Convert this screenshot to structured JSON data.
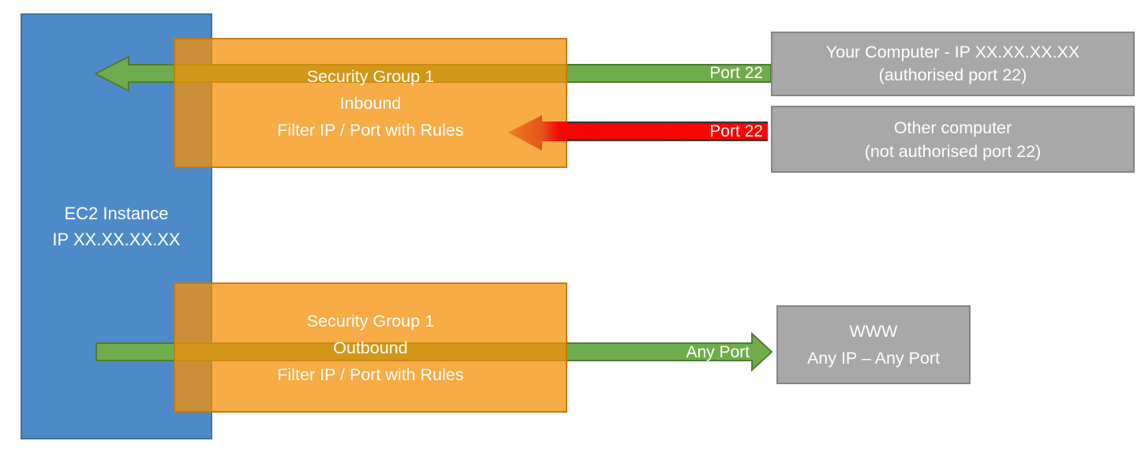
{
  "colors": {
    "blue-fill": "#4E8AC8",
    "blue-border": "#41719C",
    "orange-fill-rgba": "rgba(244,144,8,0.75)",
    "orange-border": "rgba(193,120,17,0.9)",
    "green-fill": "#6FAC4D",
    "green-border": "#507C2E",
    "red-fill": "#FE0202",
    "red-bar-border": "#3A3A3A",
    "arrow-head-orange": "#E8821E",
    "gray-fill": "#A8A8A8",
    "gray-border": "#858585"
  },
  "boxes": {
    "ec2": {
      "line1": "EC2 Instance",
      "line2": "IP XX.XX.XX.XX"
    },
    "sg_inbound": {
      "line1": "Security Group 1",
      "line2": "Inbound",
      "line3": "Filter IP / Port with Rules"
    },
    "sg_outbound": {
      "line1": "Security Group 1",
      "line2": "Outbound",
      "line3": "Filter IP / Port with Rules"
    },
    "your_computer": {
      "line1": "Your Computer - IP XX.XX.XX.XX",
      "line2": "(authorised port 22)"
    },
    "other_computer": {
      "line1": "Other computer",
      "line2": "(not authorised port 22)"
    },
    "www": {
      "line1": "WWW",
      "line2": "Any IP – Any Port"
    }
  },
  "arrow_labels": {
    "inbound_allowed": "Port 22",
    "inbound_blocked": "Port 22",
    "outbound": "Any Port"
  }
}
